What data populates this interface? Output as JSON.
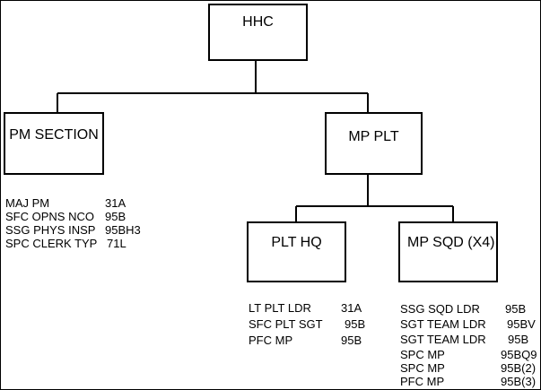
{
  "nodes": {
    "hhc": {
      "label": "HHC"
    },
    "pm_section": {
      "label": "PM SECTION"
    },
    "mp_plt": {
      "label": "MP PLT"
    },
    "plt_hq": {
      "label": "PLT HQ"
    },
    "mp_sqd": {
      "label": "MP SQD (X4)"
    }
  },
  "pm_section_roster": [
    {
      "position": "MAJ PM",
      "code": "31A"
    },
    {
      "position": "SFC OPNS NCO",
      "code": "95B"
    },
    {
      "position": "SSG PHYS INSP",
      "code": "95BH3"
    },
    {
      "position": "SPC CLERK TYP",
      "code": "71L"
    }
  ],
  "plt_hq_roster": [
    {
      "position": "LT PLT LDR",
      "code": "31A"
    },
    {
      "position": "SFC PLT SGT",
      "code": "95B"
    },
    {
      "position": "PFC MP",
      "code": "95B"
    }
  ],
  "mp_sqd_roster": [
    {
      "position": "SSG SQD LDR",
      "code": "95B"
    },
    {
      "position": "SGT TEAM LDR",
      "code": "95BV"
    },
    {
      "position": "SGT TEAM LDR",
      "code": "95B"
    },
    {
      "position": "SPC MP",
      "code": "95BQ9"
    },
    {
      "position": "SPC MP",
      "code": "95B(2)"
    },
    {
      "position": "PFC MP",
      "code": "95B(3)"
    }
  ]
}
